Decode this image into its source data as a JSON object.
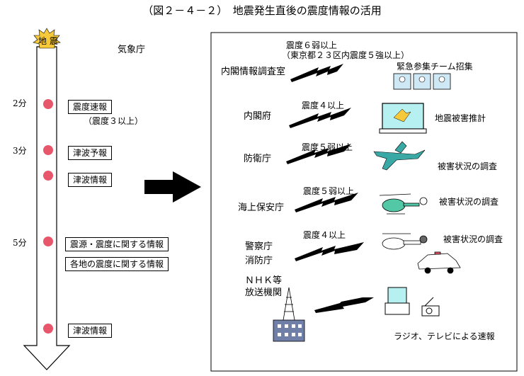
{
  "title": "（図２－４－２）　地震発生直後の震度情報の活用",
  "quake_label": "地 震",
  "jma_label": "気象庁",
  "times": [
    "2分",
    "3分",
    "5分"
  ],
  "boxes": {
    "sokuho": "震度速報",
    "tsunami_yoho": "津波予報",
    "tsunami_joho1": "津波情報",
    "shingen": "震源・震度に関する情報",
    "kakuchi": "各地の震度に関する情報",
    "tsunami_joho2": "津波情報"
  },
  "sokuho_note": "（震度３以上）",
  "recipients": [
    {
      "name": "内閣情報調査室",
      "threshold": "震度６弱以上",
      "threshold_note": "（東京都２３区内震度５強以上）",
      "action": "緊急参集チーム招集"
    },
    {
      "name": "内閣府",
      "threshold": "震度４以上",
      "action": "地震被害推計"
    },
    {
      "name": "防衛庁",
      "threshold": "震度５弱以上",
      "action": "被害状況の調査"
    },
    {
      "name": "海上保安庁",
      "threshold": "震度５弱以上",
      "action": "被害状況の調査"
    },
    {
      "name_line1": "警察庁",
      "name_line2": "消防庁",
      "threshold": "震度４以上",
      "action": "被害状況の調査"
    },
    {
      "name_line1": "ＮＨＫ等",
      "name_line2": "放送機関",
      "action": "ラジオ、テレビによる速報"
    }
  ],
  "colors": {
    "dot": "#e8566b",
    "burst": "#f6c93a",
    "screen": "#b6f0f0",
    "aircraft": "#3aa9a6",
    "helicopter": "#52c8a6"
  }
}
